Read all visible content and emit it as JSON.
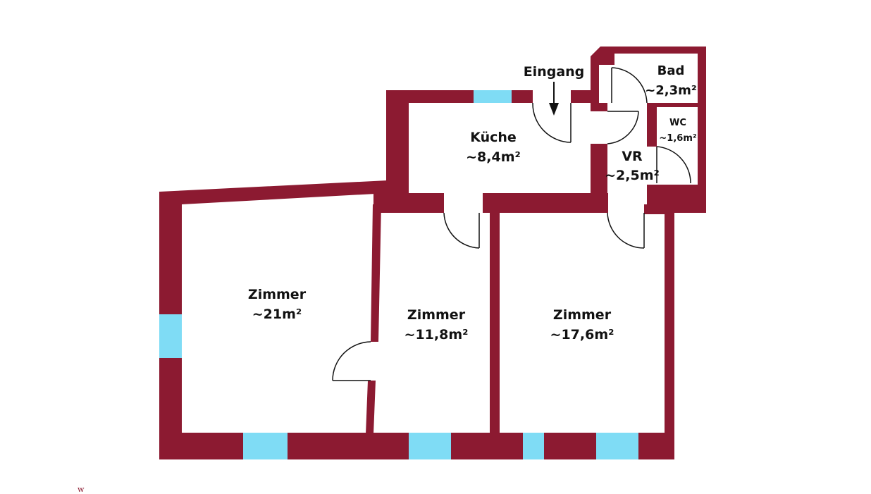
{
  "floorplan": {
    "entrance_label": "Eingang",
    "rooms": [
      {
        "id": "bad",
        "name": "Bad",
        "area": "~2,3m²"
      },
      {
        "id": "wc",
        "name": "WC",
        "area": "~1,6m²"
      },
      {
        "id": "kueche",
        "name": "Küche",
        "area": "~8,4m²"
      },
      {
        "id": "vr",
        "name": "VR",
        "area": "~2,5m²"
      },
      {
        "id": "zimmer1",
        "name": "Zimmer",
        "area": "~21m²"
      },
      {
        "id": "zimmer2",
        "name": "Zimmer",
        "area": "~11,8m²"
      },
      {
        "id": "zimmer3",
        "name": "Zimmer",
        "area": "~17,6m²"
      }
    ],
    "colors": {
      "wall": "#8c1a31",
      "window": "#7fdcf5",
      "background": "#ffffff"
    },
    "corner_mark": "w"
  }
}
